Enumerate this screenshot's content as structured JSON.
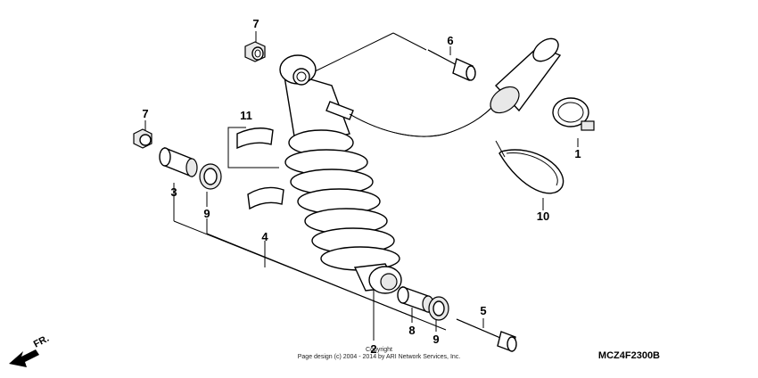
{
  "callouts": {
    "c1": "1",
    "c2": "2",
    "c3": "3",
    "c4": "4",
    "c5": "5",
    "c6": "6",
    "c7a": "7",
    "c7b": "7",
    "c8": "8",
    "c9a": "9",
    "c9b": "9",
    "c10": "10",
    "c11": "11"
  },
  "diagram_code": "MCZ4F2300B",
  "direction_label": "FR.",
  "copyright": {
    "line1": "Copyright",
    "line2": "Page design (c) 2004 - 2014 by ARI Network Services, Inc."
  }
}
